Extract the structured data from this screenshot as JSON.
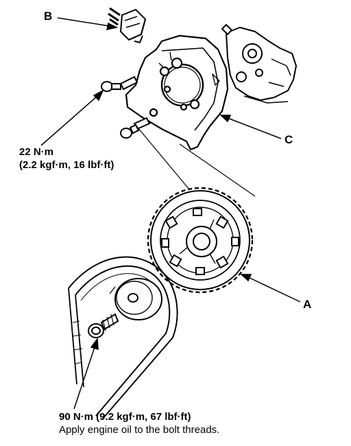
{
  "callouts": {
    "a": "A",
    "b": "B",
    "c": "C"
  },
  "specs": {
    "upper_bolt_torque": "22 N·m",
    "upper_bolt_torque_alt": "(2.2 kgf·m, 16 lbf·ft)",
    "lower_bolt_torque": "90 N·m (9.2 kgf·m, 67 lbf·ft)",
    "lower_bolt_note": "Apply engine oil to the bolt threads."
  },
  "colors": {
    "ink": "#000000",
    "paper": "#ffffff"
  }
}
